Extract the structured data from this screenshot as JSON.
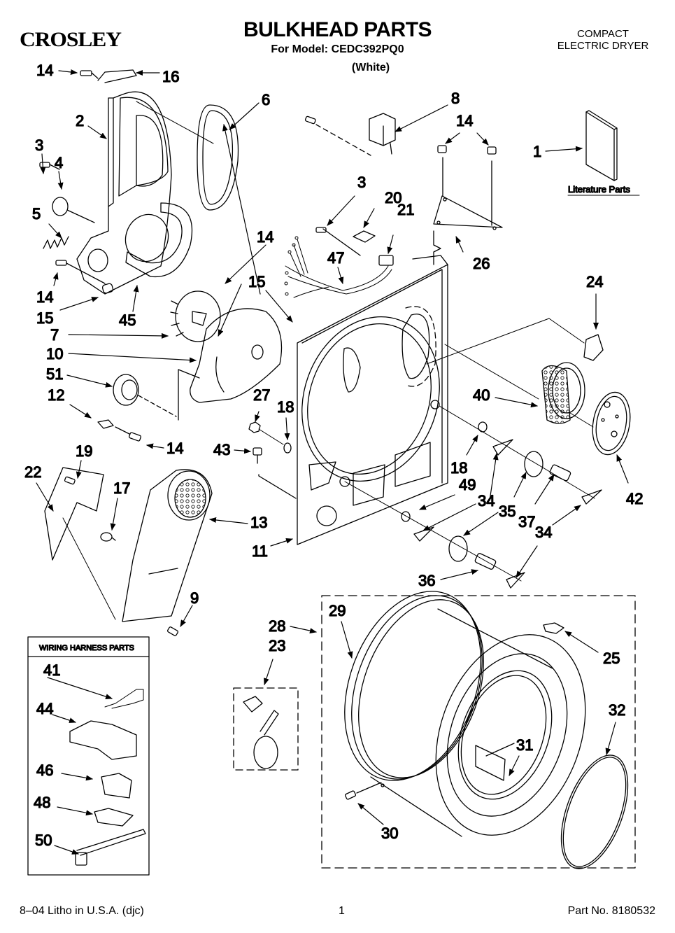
{
  "header": {
    "brand": "CROSLEY",
    "title": "BULKHEAD PARTS",
    "model_line": "For Model: CEDC392PQ0",
    "variant": "(White)",
    "product_line1": "COMPACT",
    "product_line2": "ELECTRIC DRYER"
  },
  "footer": {
    "litho": "8–04 Litho in U.S.A. (djc)",
    "page_number": "1",
    "part_number": "Part No. 8180532"
  },
  "literature": {
    "label": "Literature Parts"
  },
  "wiring_harness": {
    "title": "WIRING HARNESS PARTS"
  },
  "callouts": [
    {
      "id": "c14a",
      "text": "14"
    },
    {
      "id": "c16",
      "text": "16"
    },
    {
      "id": "c6",
      "text": "6"
    },
    {
      "id": "c2",
      "text": "2"
    },
    {
      "id": "c3a",
      "text": "3"
    },
    {
      "id": "c4",
      "text": "4"
    },
    {
      "id": "c5",
      "text": "5"
    },
    {
      "id": "c14b",
      "text": "14"
    },
    {
      "id": "c15a",
      "text": "15"
    },
    {
      "id": "c45",
      "text": "45"
    },
    {
      "id": "c7",
      "text": "7"
    },
    {
      "id": "c10",
      "text": "10"
    },
    {
      "id": "c51",
      "text": "51"
    },
    {
      "id": "c12",
      "text": "12"
    },
    {
      "id": "c14c",
      "text": "14"
    },
    {
      "id": "c19",
      "text": "19"
    },
    {
      "id": "c22",
      "text": "22"
    },
    {
      "id": "c17",
      "text": "17"
    },
    {
      "id": "c13",
      "text": "13"
    },
    {
      "id": "c9",
      "text": "9"
    },
    {
      "id": "c11",
      "text": "11"
    },
    {
      "id": "c8",
      "text": "8"
    },
    {
      "id": "c14d",
      "text": "14"
    },
    {
      "id": "c1",
      "text": "1"
    },
    {
      "id": "c3b",
      "text": "3"
    },
    {
      "id": "c20",
      "text": "20"
    },
    {
      "id": "c21",
      "text": "21"
    },
    {
      "id": "c14e",
      "text": "14"
    },
    {
      "id": "c47",
      "text": "47"
    },
    {
      "id": "c26",
      "text": "26"
    },
    {
      "id": "c15b",
      "text": "15"
    },
    {
      "id": "c24",
      "text": "24"
    },
    {
      "id": "c27",
      "text": "27"
    },
    {
      "id": "c18a",
      "text": "18"
    },
    {
      "id": "c43",
      "text": "43"
    },
    {
      "id": "c40",
      "text": "40"
    },
    {
      "id": "c42",
      "text": "42"
    },
    {
      "id": "c18b",
      "text": "18"
    },
    {
      "id": "c49",
      "text": "49"
    },
    {
      "id": "c34a",
      "text": "34"
    },
    {
      "id": "c35a",
      "text": "35"
    },
    {
      "id": "c37",
      "text": "37"
    },
    {
      "id": "c34b",
      "text": "34"
    },
    {
      "id": "c35b",
      "text": "35"
    },
    {
      "id": "c36",
      "text": "36"
    },
    {
      "id": "c34c",
      "text": "34"
    },
    {
      "id": "c28",
      "text": "28"
    },
    {
      "id": "c29",
      "text": "29"
    },
    {
      "id": "c23",
      "text": "23"
    },
    {
      "id": "c25",
      "text": "25"
    },
    {
      "id": "c32",
      "text": "32"
    },
    {
      "id": "c31",
      "text": "31"
    },
    {
      "id": "c30",
      "text": "30"
    },
    {
      "id": "c41",
      "text": "41"
    },
    {
      "id": "c44",
      "text": "44"
    },
    {
      "id": "c46",
      "text": "46"
    },
    {
      "id": "c48",
      "text": "48"
    },
    {
      "id": "c50",
      "text": "50"
    }
  ]
}
